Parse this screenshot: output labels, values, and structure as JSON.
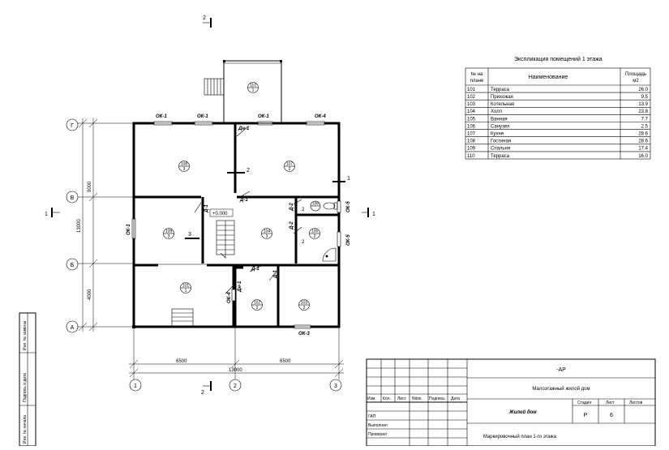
{
  "rooms": [
    {
      "num": "110",
      "cls": "1"
    },
    {
      "num": "108",
      "cls": "3"
    },
    {
      "num": "107",
      "cls": "2"
    },
    {
      "num": "109",
      "cls": "3"
    },
    {
      "num": "104",
      "cls": "3"
    },
    {
      "num": "106",
      "cls": "2"
    },
    {
      "num": "105",
      "cls": "2"
    },
    {
      "num": "101",
      "cls": "1"
    },
    {
      "num": "102",
      "cls": "2"
    },
    {
      "num": "103",
      "cls": "2"
    }
  ],
  "openings": {
    "ok1a": "ОК-1",
    "ok1b": "ОК-1",
    "ok1c": "ОК-1",
    "ok4top": "ОК-4",
    "ok1left": "ОК-1",
    "ok5a": "ОК-5",
    "ok5b": "ОК-5",
    "ok4left": "ОК-4",
    "ok3": "ОК-3",
    "dn1top": "Дн-1",
    "dn1low": "Дн-1",
    "d1a": "Д-1",
    "d1b": "Д-1",
    "d1c": "Д-1",
    "d1d": "Д-1",
    "d2a": "Д-2",
    "d2b": "Д-2",
    "d2c": "2"
  },
  "level": "+0.000",
  "section_marks": {
    "s2": "2",
    "s1": "1",
    "s3": "3",
    "top": "2",
    "bottom": "2",
    "left": "1",
    "right": "1"
  },
  "axes": {
    "g": "Г",
    "v": "В",
    "b": "Б",
    "a": "А",
    "n1": "1",
    "n2": "2",
    "n3": "3"
  },
  "dims": {
    "v9000": "9000",
    "v13000": "13000",
    "v4000": "4000",
    "h6500a": "6500",
    "h6500b": "6500",
    "h13000": "13000"
  },
  "explication": {
    "title": "Экспликация  помещений 1 этажа",
    "headers": {
      "num": "№ на плане",
      "name": "Наименование",
      "area": "Площадь м2"
    },
    "rows": [
      [
        "101",
        "Терраса",
        "26.0"
      ],
      [
        "102",
        "Прихожая",
        "9.5"
      ],
      [
        "103",
        "Котельная",
        "13.9"
      ],
      [
        "104",
        "Холл",
        "23.8"
      ],
      [
        "105",
        "Ванная",
        "7.7"
      ],
      [
        "106",
        "Санузел",
        "2.5"
      ],
      [
        "107",
        "Кухня",
        "28.6"
      ],
      [
        "108",
        "Гостиная",
        "28.6"
      ],
      [
        "109",
        "Спальня",
        "17.4"
      ],
      [
        "110",
        "Терраса",
        "16.0"
      ]
    ]
  },
  "stamp": {
    "code": "-АР",
    "project": "Малоэтажный жилой дом",
    "object": "Жилой дом",
    "sheet_title": "Маркировочный план 1-го этажа",
    "cols": {
      "izm": "Изм.",
      "kol": "Кол.",
      "list": "Лист",
      "ndok": "Ndок.",
      "podp": "Подпись",
      "data": "Дата"
    },
    "gap": "ГАП",
    "vypolnil": "Выполнил",
    "proveril": "Проверил",
    "stadia_h": "Стадия",
    "list_h": "Лист",
    "listov_h": "Листов",
    "stadia": "Р",
    "list": "6",
    "listov": ""
  },
  "side_stamp": {
    "a": "Инв. № замены",
    "b": "Подпись и дата",
    "c": "Инв. № начала"
  }
}
